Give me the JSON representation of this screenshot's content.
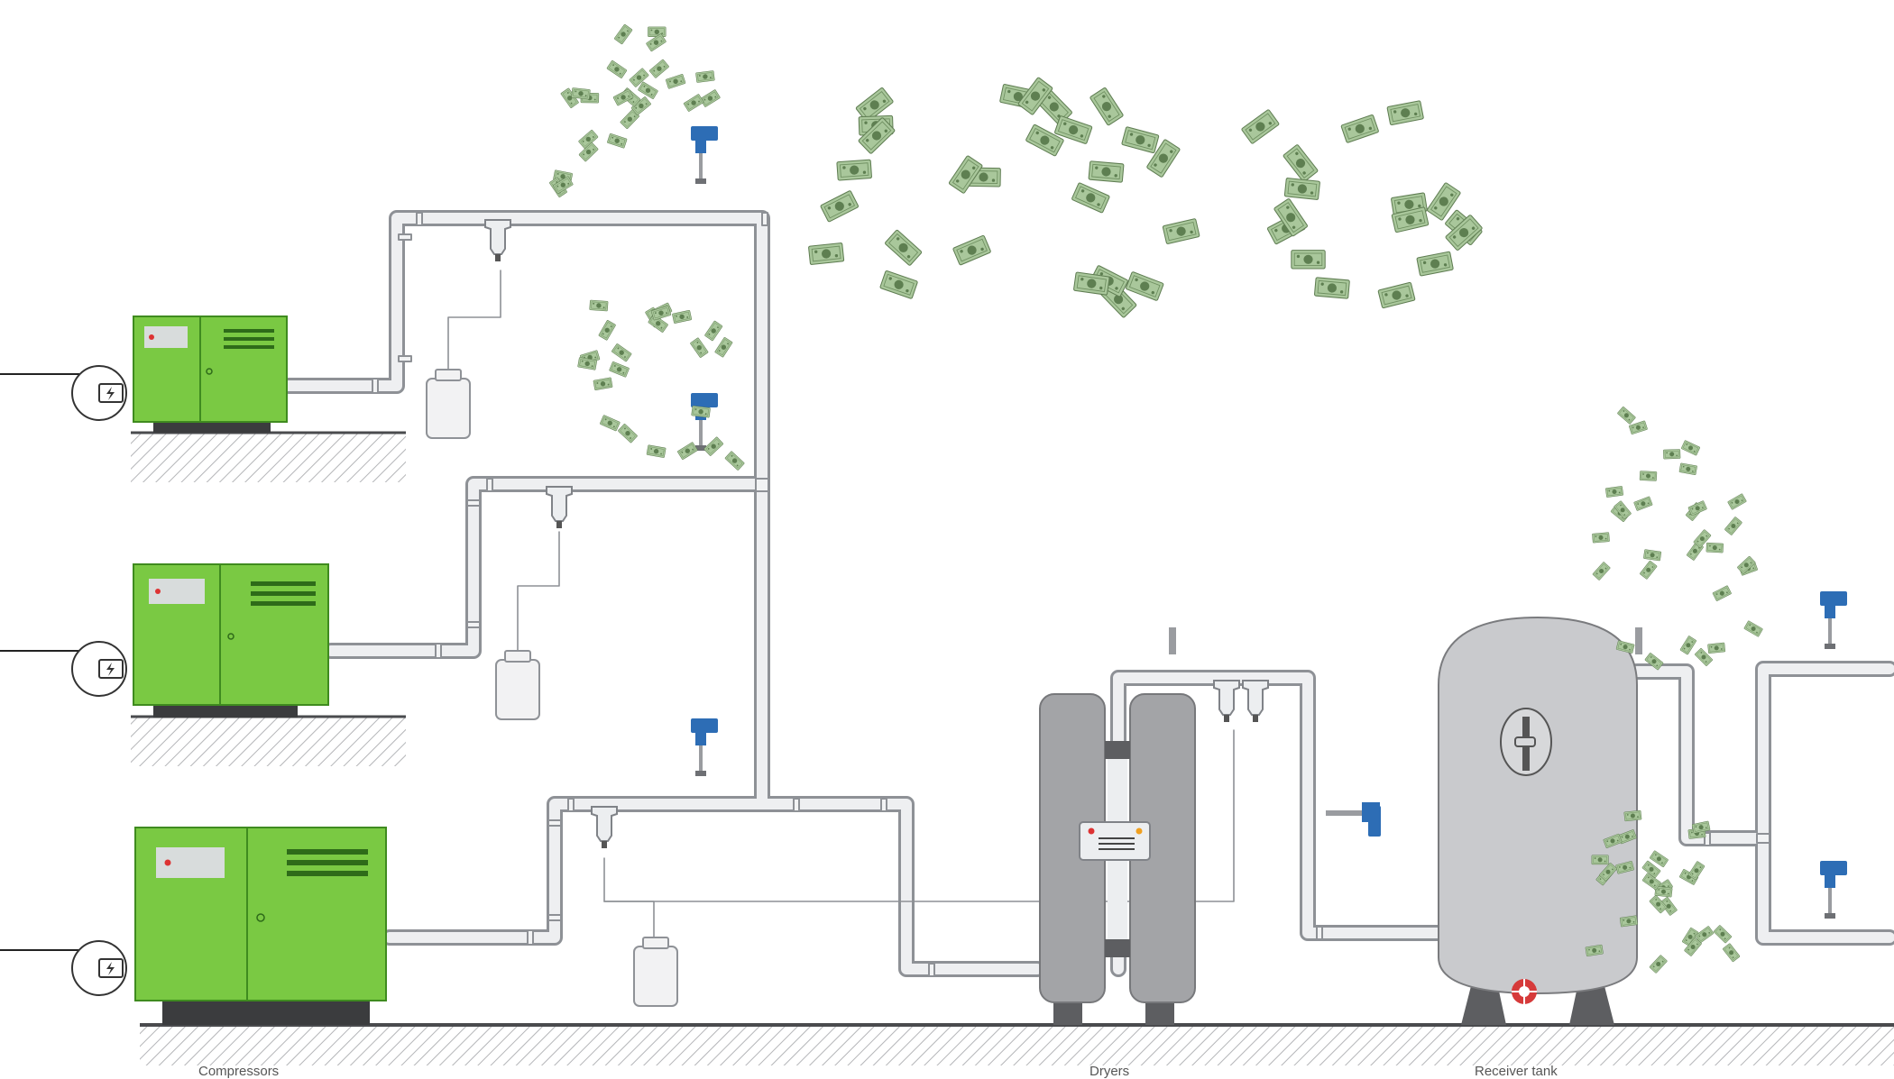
{
  "colors": {
    "compressor_body": "#7ac943",
    "compressor_edge": "#3f8b1f",
    "compressor_stripe": "#2e6b19",
    "pipe_fill": "#e9eaec",
    "pipe_edge": "#8e9196",
    "sensor_blue": "#2d6db5",
    "dryer_gray": "#a3a4a7",
    "tank_gray": "#c9cacd",
    "valve_red": "#d63a3a",
    "money_green": "#9bbf8a"
  },
  "labels": {
    "compressors": "Compressors",
    "dryers": "Dryers",
    "receiver_tank": "Receiver tank"
  },
  "icons": [
    "power-plug-icon",
    "money-bill-icon",
    "flow-sensor-icon",
    "valve-icon",
    "pressure-gauge-icon"
  ]
}
